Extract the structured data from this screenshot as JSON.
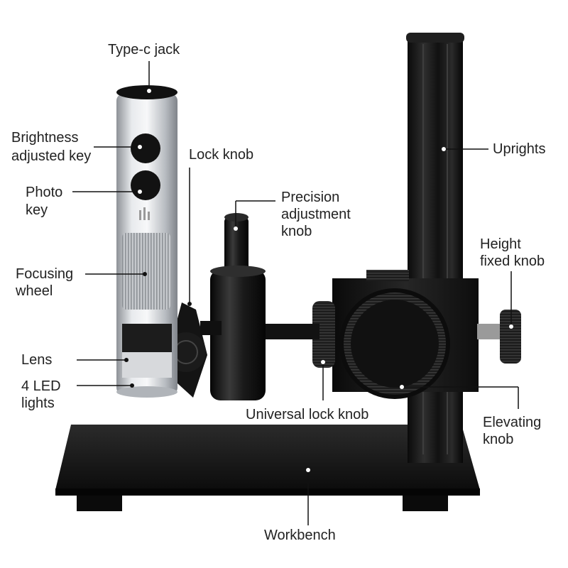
{
  "labels": {
    "type_c_jack": "Type-c jack",
    "brightness_1": "Brightness",
    "brightness_2": "adjusted key",
    "photo_1": "Photo",
    "photo_2": "key",
    "focusing_1": "Focusing",
    "focusing_2": "wheel",
    "lens": "Lens",
    "led_1": "4 LED",
    "led_2": "lights",
    "lock_knob": "Lock knob",
    "precision_1": "Precision",
    "precision_2": "adjustment",
    "precision_3": "knob",
    "uprights": "Uprights",
    "height_1": "Height",
    "height_2": "fixed knob",
    "universal_lock": "Universal lock knob",
    "elevating_1": "Elevating",
    "elevating_2": "knob",
    "workbench": "Workbench"
  },
  "colors": {
    "text": "#222222",
    "leader": "#111111",
    "metal_dark": "#151515",
    "silver": "#c9ccd0"
  }
}
